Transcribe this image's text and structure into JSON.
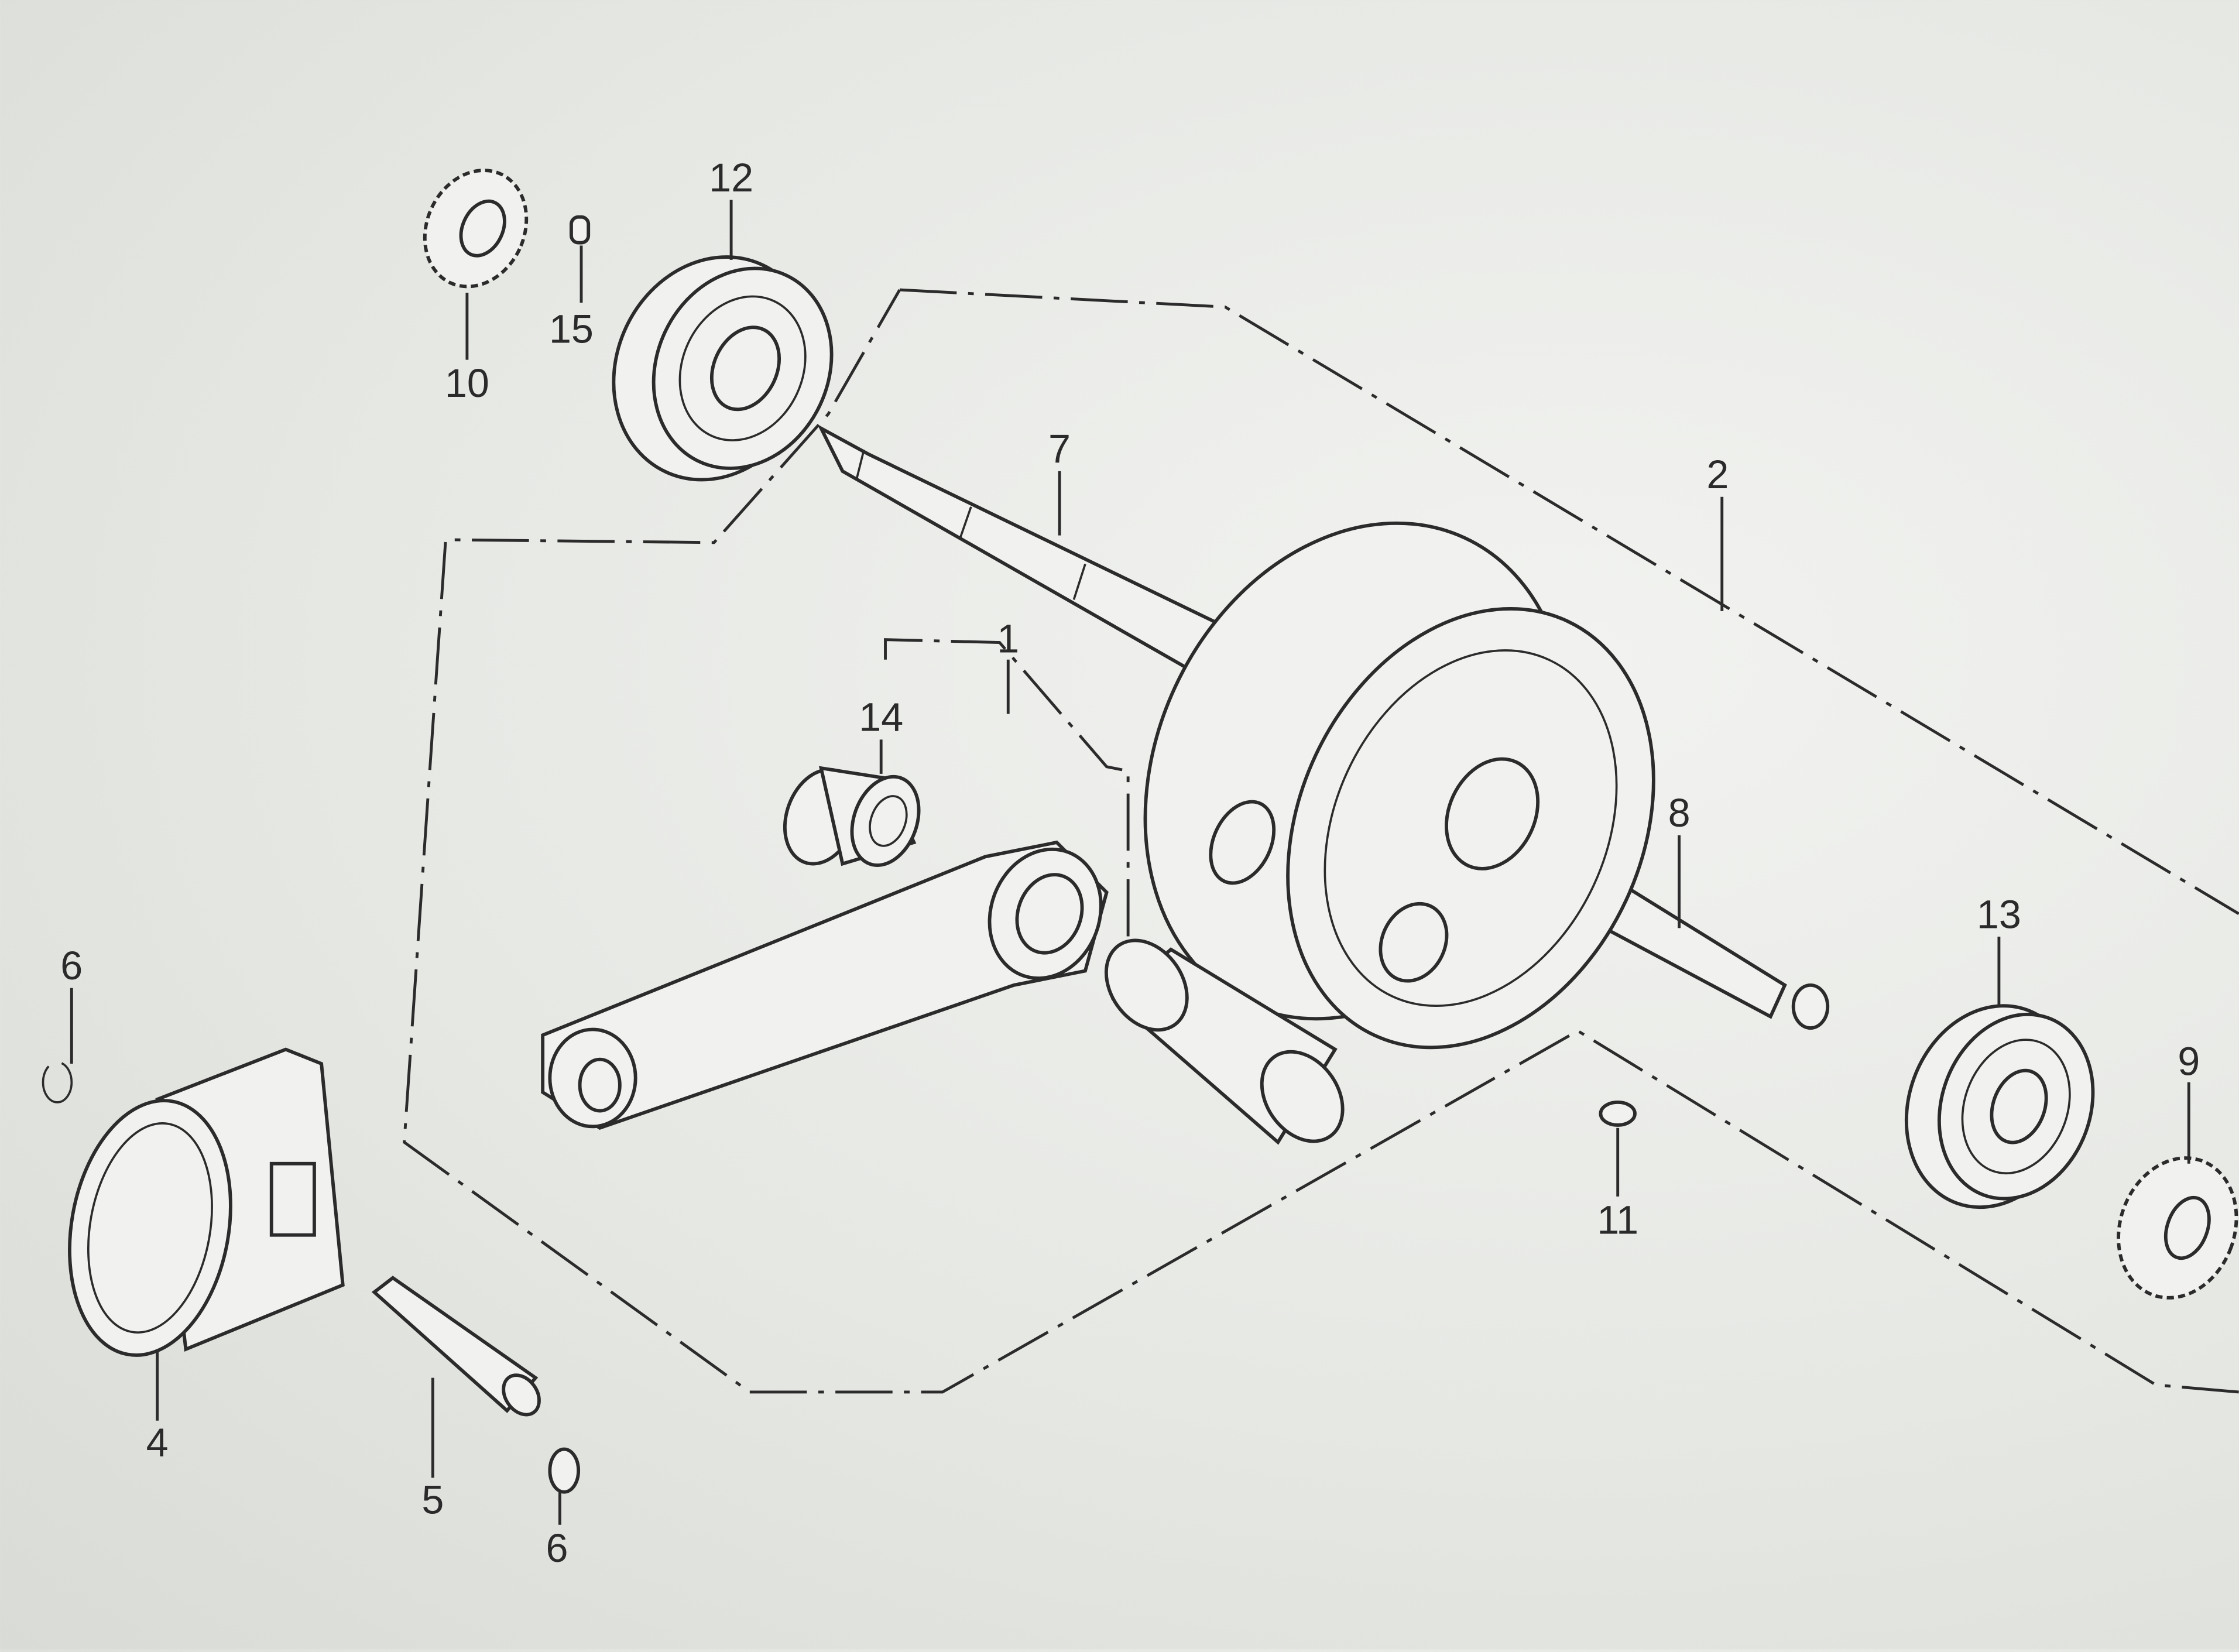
{
  "diagram": {
    "type": "exploded parts diagram",
    "callouts": {
      "p1": "1",
      "p2": "2",
      "p4": "4",
      "p5": "5",
      "p6a": "6",
      "p6b": "6",
      "p7": "7",
      "p8": "8",
      "p9": "9",
      "p10": "10",
      "p11": "11",
      "p12": "12",
      "p13": "13",
      "p14": "14",
      "p15": "15"
    }
  },
  "colors": {
    "paper": "#e8e9e6",
    "ink": "#2b2b2b"
  }
}
